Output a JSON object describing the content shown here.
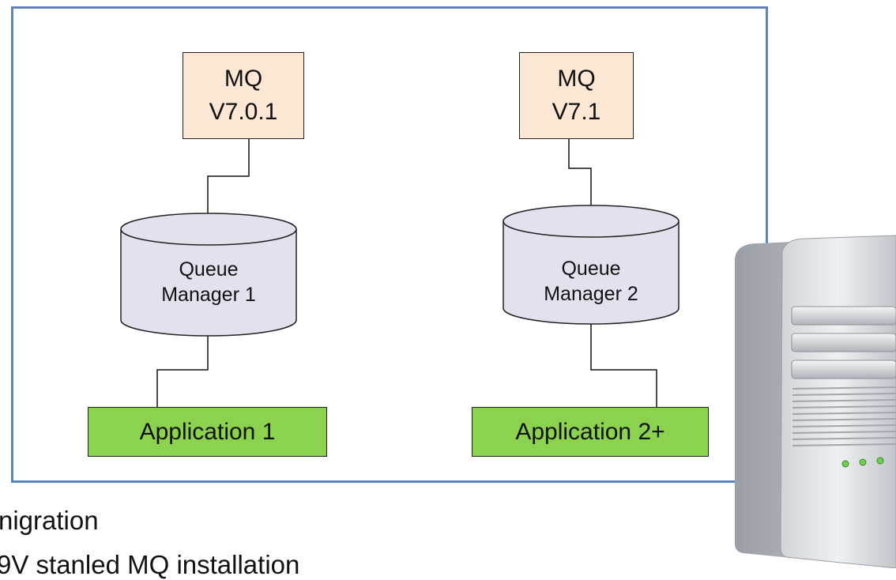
{
  "diagram": {
    "mq1": {
      "line1": "MQ",
      "line2": "V7.0.1"
    },
    "mq2": {
      "line1": "MQ",
      "line2": "V7.1"
    },
    "qm1": {
      "line1": "Queue",
      "line2": "Manager 1"
    },
    "qm2": {
      "line1": "Queue",
      "line2": "Manager 2"
    },
    "app1": "Application 1",
    "app2": "Application 2+"
  },
  "captions": {
    "line1": "nigration",
    "line2": "9V  stanled  MQ  installation"
  },
  "colors": {
    "frame": "#5b86c2",
    "mq_fill": "#fce6d4",
    "app_fill": "#8bd24f",
    "cylinder_fill": "#e3e1ee"
  }
}
